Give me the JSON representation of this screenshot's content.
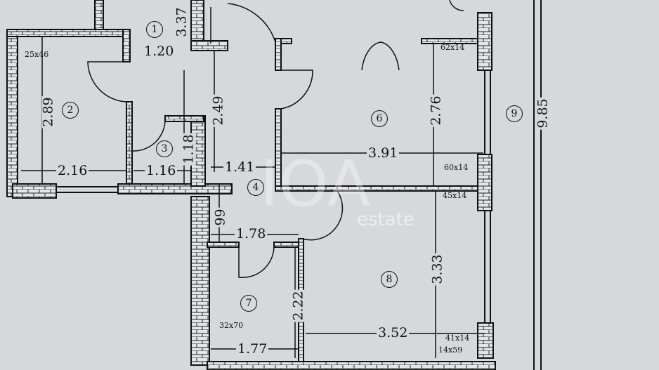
{
  "rooms": {
    "r1": "1",
    "r2": "2",
    "r3": "3",
    "r4": "4",
    "r6": "6",
    "r7": "7",
    "r8": "8",
    "r9": "9"
  },
  "dimensions": {
    "d337": "3.37",
    "d120": "1.20",
    "d249": "2.49",
    "d289": "2.89",
    "d216": "2.16",
    "d116": "1.16",
    "d118": "1.18",
    "d141": "1.41",
    "d276": "2.76",
    "d391": "3.91",
    "d985": "9.85",
    "d99": "99",
    "d178": "1.78",
    "d222": "2.22",
    "d177": "1.77",
    "d352": "3.52",
    "d333": "3.33"
  },
  "openings": {
    "o1": "25x46",
    "o2": "62x14",
    "o3": "60x14",
    "o4": "45x14",
    "o5": "32x70",
    "o6": "41x14",
    "o7": "14x59"
  },
  "watermark": {
    "text": "estate"
  },
  "colors": {
    "background": "#d6d8db",
    "ink": "#111111",
    "wall_fill": "#e4e5e7"
  }
}
